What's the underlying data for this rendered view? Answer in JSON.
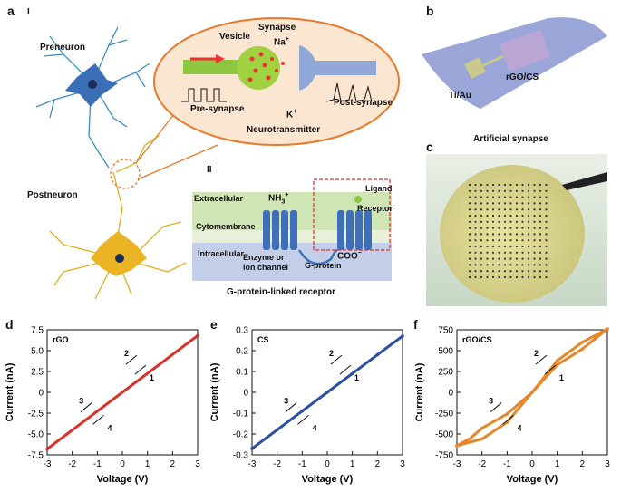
{
  "panels": {
    "a": {
      "letter": "a",
      "part1": "I",
      "part2": "II",
      "preneuron": "Preneuron",
      "postneuron": "Postneuron",
      "synapse": "Synapse",
      "vesicle": "Vesicle",
      "na": "Na",
      "na_sup": "+",
      "k": "K",
      "k_sup": "+",
      "pre_synapse": "Pre-synapse",
      "post_synapse": "Post-synapse",
      "neurotransmitter": "Neurotransmitter",
      "extracellular": "Extracellular",
      "cytomembrane": "Cytomembrane",
      "intracellular": "Intracellular",
      "nh3": "NH",
      "nh3_sub": "3",
      "nh3_sup": "+",
      "coo": "COO",
      "coo_sup": "−",
      "ligand": "Ligand",
      "receptor": "Receptor",
      "enzyme1": "Enzyme or",
      "enzyme2": "ion channel",
      "gprotein": "G-protein",
      "caption": "G-protein-linked receptor",
      "colors": {
        "orange": "#e8782a",
        "blue_neuron": "#3b6fb5",
        "yellow_neuron": "#e8b81e",
        "green": "#8dc63f"
      }
    },
    "b": {
      "letter": "b",
      "device_label": "rGO/CS",
      "electrode_label": "Ti/Au",
      "caption": "Artificial synapse"
    },
    "c": {
      "letter": "c"
    }
  },
  "chart_data": [
    {
      "panel": "d",
      "type": "line",
      "legend": "rGO",
      "color": "#d9302a",
      "xlabel": "Voltage (V)",
      "ylabel": "Current (nA)",
      "xlim": [
        -3,
        3
      ],
      "ylim": [
        -7.5,
        7.5
      ],
      "xticks": [
        "-3",
        "-2",
        "-1",
        "0",
        "1",
        "2",
        "3"
      ],
      "yticks": [
        "7.5",
        "5.0",
        "2.5",
        "0",
        "-2.5",
        "-5.0",
        "-7.5"
      ],
      "ytick_values": [
        7.5,
        5.0,
        2.5,
        0,
        -2.5,
        -5.0,
        -7.5
      ],
      "series": [
        {
          "x": [
            -3,
            3
          ],
          "y": [
            -6.8,
            6.8
          ]
        }
      ],
      "annotations": [
        "1",
        "2",
        "3",
        "4"
      ]
    },
    {
      "panel": "e",
      "type": "line",
      "legend": "CS",
      "color": "#2a4fa8",
      "xlabel": "Voltage (V)",
      "ylabel": "Current (nA)",
      "xlim": [
        -3,
        3
      ],
      "ylim": [
        -0.3,
        0.3
      ],
      "xticks": [
        "-3",
        "-2",
        "-1",
        "0",
        "1",
        "2",
        "3"
      ],
      "yticks": [
        "0.3",
        "0.2",
        "0.1",
        "0",
        "-0.1",
        "-0.2",
        "-0.3"
      ],
      "ytick_values": [
        0.3,
        0.2,
        0.1,
        0,
        -0.1,
        -0.2,
        -0.3
      ],
      "series": [
        {
          "x": [
            -3,
            -2,
            -1,
            0,
            1,
            2,
            3
          ],
          "y": [
            -0.27,
            -0.18,
            -0.09,
            0,
            0.09,
            0.18,
            0.27
          ]
        }
      ],
      "annotations": [
        "1",
        "2",
        "3",
        "4"
      ]
    },
    {
      "panel": "f",
      "type": "line",
      "legend": "rGO/CS",
      "color": "#e8872a",
      "xlabel": "Voltage (V)",
      "ylabel": "Current (nA)",
      "xlim": [
        -3,
        3
      ],
      "ylim": [
        -750,
        750
      ],
      "xticks": [
        "-3",
        "-2",
        "-1",
        "0",
        "1",
        "2",
        "3"
      ],
      "yticks": [
        "750",
        "500",
        "250",
        "0",
        "-250",
        "-500",
        "-750"
      ],
      "ytick_values": [
        750,
        500,
        250,
        0,
        -250,
        -500,
        -750
      ],
      "series": [
        {
          "x": [
            -3,
            -2,
            -1,
            0,
            1,
            2,
            2.5,
            3
          ],
          "y": [
            -640,
            -560,
            -360,
            0,
            330,
            520,
            640,
            760
          ]
        },
        {
          "x": [
            3,
            2,
            1,
            0,
            -1,
            -2,
            -2.5,
            -3
          ],
          "y": [
            760,
            600,
            380,
            0,
            -260,
            -430,
            -560,
            -640
          ]
        }
      ],
      "annotations": [
        "1",
        "2",
        "3",
        "4"
      ]
    }
  ]
}
